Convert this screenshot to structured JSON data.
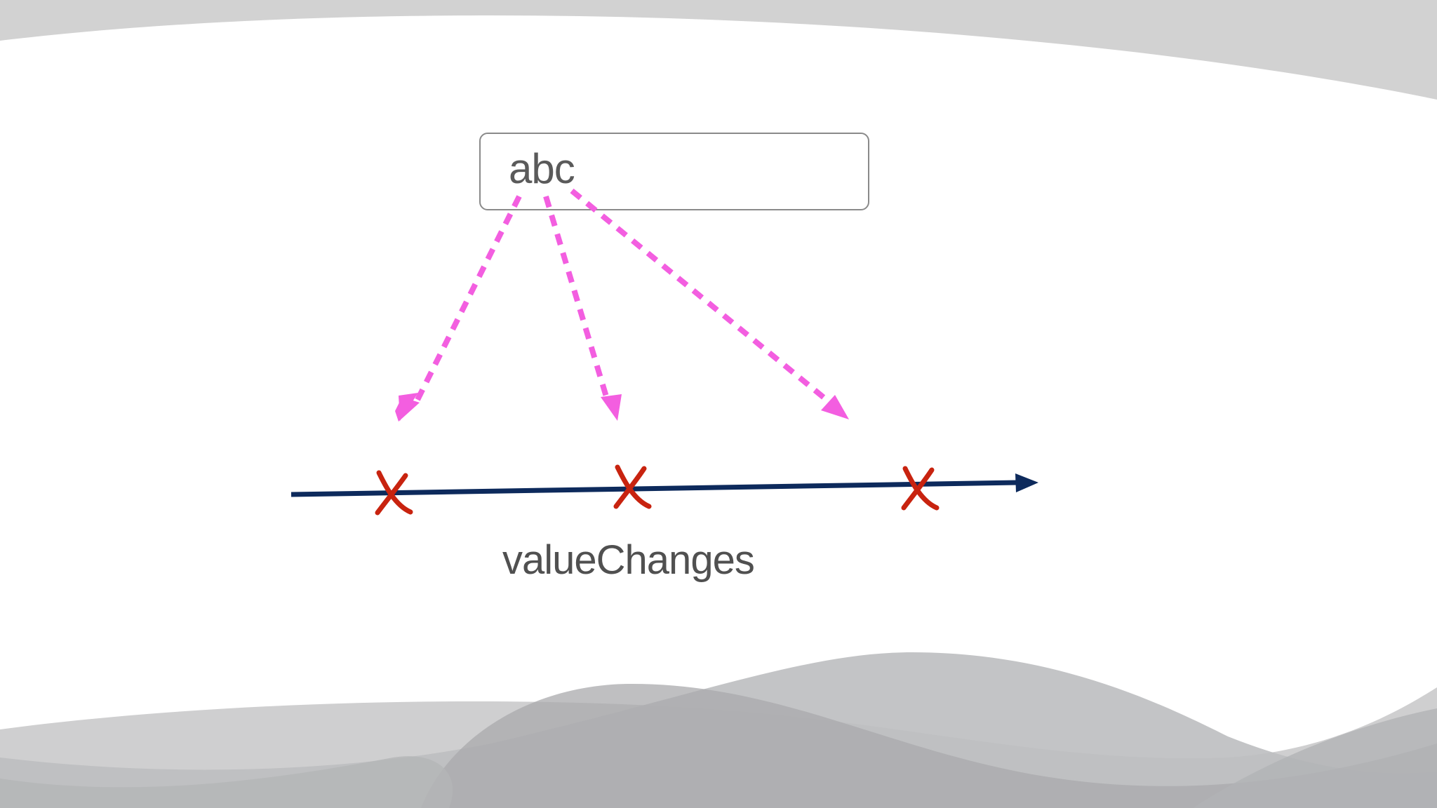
{
  "input": {
    "value": "abc"
  },
  "stream": {
    "label": "valueChanges",
    "marker_symbol": "X",
    "event_count": 3
  },
  "colors": {
    "arrow_dashed": "#f35ee0",
    "timeline": "#0d2a5c",
    "marker": "#c8230f",
    "input_border": "#8a8a8a",
    "text": "#505050",
    "wave_light": "#d2d2d2",
    "wave_mid": "#bcbdbf",
    "wave_dark": "#a8a9ab"
  },
  "icons": [
    "dashed-arrow",
    "timeline-arrow",
    "x-marker"
  ]
}
